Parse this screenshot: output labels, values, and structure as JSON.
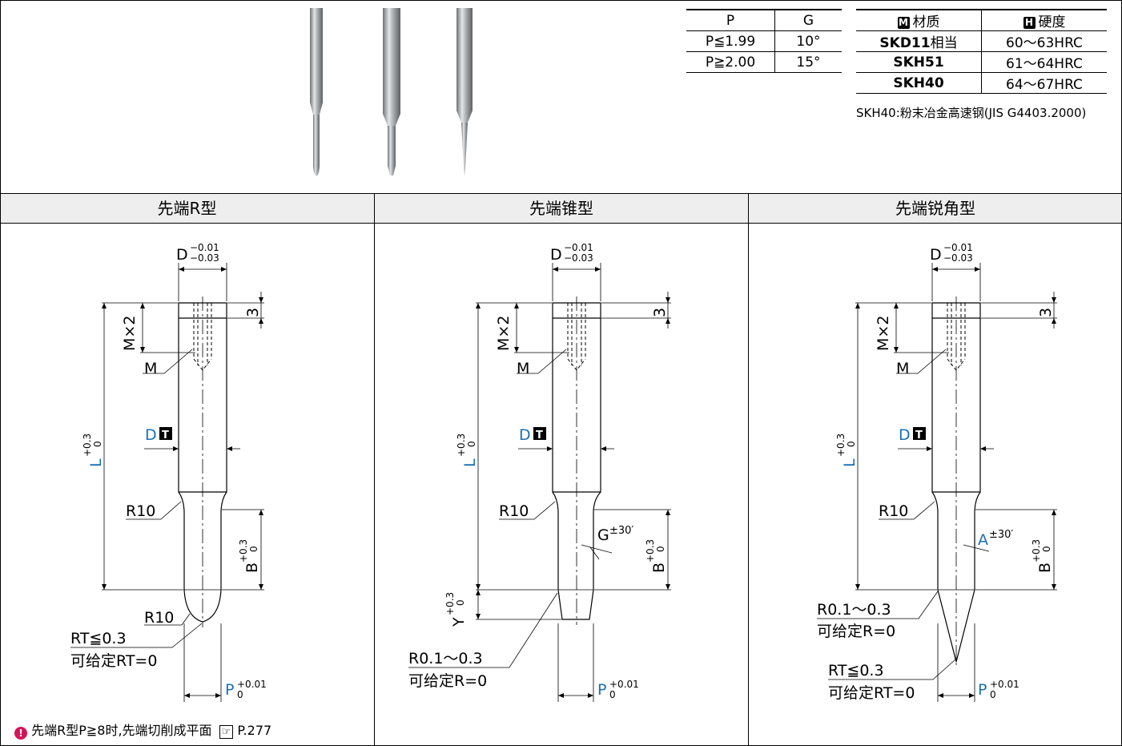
{
  "pg_table": {
    "headers": [
      "P",
      "G"
    ],
    "rows": [
      [
        "P≦1.99",
        "10°"
      ],
      [
        "P≧2.00",
        "15°"
      ]
    ]
  },
  "material_table": {
    "header_material": "材质",
    "header_hardness": "硬度",
    "badge_m": "M",
    "badge_h": "H",
    "rows": [
      {
        "material": "SKD11",
        "suffix": "相当",
        "hardness": "60～63HRC"
      },
      {
        "material": "SKH51",
        "suffix": "",
        "hardness": "61～64HRC"
      },
      {
        "material": "SKH40",
        "suffix": "",
        "hardness": "64～67HRC"
      }
    ],
    "footnote": "SKH40:粉末冶金高速钢(JIS G4403.2000)"
  },
  "sections": [
    {
      "title": "先端R型"
    },
    {
      "title": "先端锥型"
    },
    {
      "title": "先端锐角型"
    }
  ],
  "labels": {
    "d_tol": "D",
    "d_tol_upper": "−0.01",
    "d_tol_lower": "−0.03",
    "mx2": "M×2",
    "three": "3",
    "m": "M",
    "dt": "D",
    "dt_badge": "T",
    "l_tol": "L",
    "l_tol_upper": "+0.3",
    "l_tol_lower": "0",
    "r10": "R10",
    "b_tol": "B",
    "b_tol_upper": "+0.3",
    "b_tol_lower": "0",
    "p_tol": "P",
    "p_tol_upper": "+0.01",
    "p_tol_lower": "0",
    "rt_le": "RT≦0.3",
    "rt_zero": "可给定RT=0",
    "r01": "R0.1～0.3",
    "r_zero": "可给定R=0",
    "y_tol": "Y",
    "y_tol_upper": "+0.3",
    "y_tol_lower": "0",
    "g_tol": "G",
    "g_tol_suffix": "±30′",
    "a_tol": "A",
    "a_tol_suffix": "±30′"
  },
  "bottom_note": "先端R型P≧8时,先端切削成平面",
  "bottom_ref": "P.277",
  "colors": {
    "blue": "#1a6fb5",
    "header_bg": "#eeeeee"
  }
}
